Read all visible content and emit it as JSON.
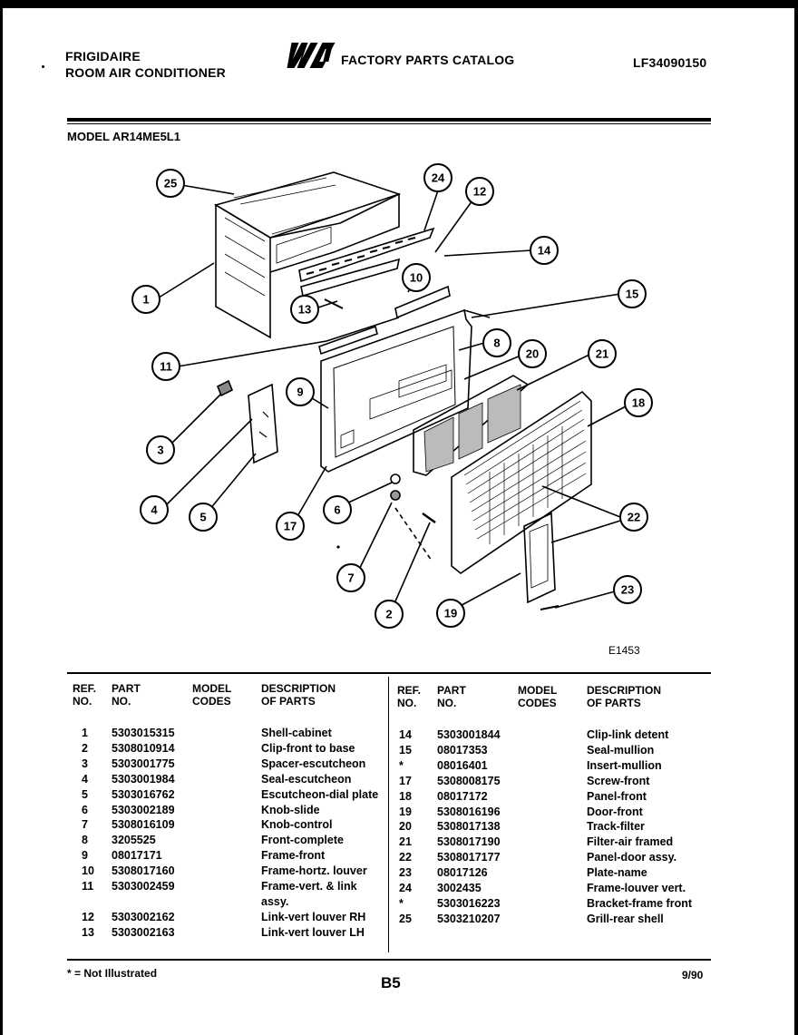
{
  "header": {
    "brand_line1": "FRIGIDAIRE",
    "brand_line2": "ROOM AIR CONDITIONER",
    "logo_text": "WCI",
    "catalog_title": "FACTORY PARTS CATALOG",
    "catalog_number": "LF34090150"
  },
  "model_label": "MODEL AR14ME5L1",
  "figure_id": "E1453",
  "callouts": [
    "25",
    "24",
    "12",
    "14",
    "1",
    "13",
    "10",
    "15",
    "11",
    "8",
    "20",
    "21",
    "9",
    "18",
    "3",
    "4",
    "5",
    "17",
    "6",
    "7",
    "22",
    "19",
    "23",
    "2"
  ],
  "table": {
    "headers": {
      "ref": "REF. NO.",
      "ref_l1": "REF.",
      "ref_l2": "NO.",
      "part_l1": "PART",
      "part_l2": "NO.",
      "model_l1": "MODEL",
      "model_l2": "CODES",
      "desc_l1": "DESCRIPTION",
      "desc_l2": "OF PARTS"
    },
    "left": [
      {
        "ref": "1",
        "part": "5303015315",
        "desc": "Shell-cabinet"
      },
      {
        "ref": "2",
        "part": "5308010914",
        "desc": "Clip-front to base"
      },
      {
        "ref": "3",
        "part": "5303001775",
        "desc": "Spacer-escutcheon"
      },
      {
        "ref": "4",
        "part": "5303001984",
        "desc": "Seal-escutcheon"
      },
      {
        "ref": "5",
        "part": "5303016762",
        "desc": "Escutcheon-dial plate"
      },
      {
        "ref": "6",
        "part": "5303002189",
        "desc": "Knob-slide"
      },
      {
        "ref": "7",
        "part": "5308016109",
        "desc": "Knob-control"
      },
      {
        "ref": "8",
        "part": "3205525",
        "desc": "Front-complete"
      },
      {
        "ref": "9",
        "part": "08017171",
        "desc": "Frame-front"
      },
      {
        "ref": "10",
        "part": "5308017160",
        "desc": "Frame-hortz. louver"
      },
      {
        "ref": "11",
        "part": "5303002459",
        "desc": "Frame-vert. & link"
      },
      {
        "ref": "",
        "part": "",
        "desc": "assy."
      },
      {
        "ref": "12",
        "part": "5303002162",
        "desc": "Link-vert louver RH"
      },
      {
        "ref": "13",
        "part": "5303002163",
        "desc": "Link-vert louver LH"
      }
    ],
    "right": [
      {
        "ref": "14",
        "part": "5303001844",
        "desc": "Clip-link detent"
      },
      {
        "ref": "15",
        "part": "08017353",
        "desc": "Seal-mullion"
      },
      {
        "ref": "*",
        "part": "08016401",
        "desc": "Insert-mullion"
      },
      {
        "ref": "17",
        "part": "5308008175",
        "desc": "Screw-front"
      },
      {
        "ref": "18",
        "part": "08017172",
        "desc": "Panel-front"
      },
      {
        "ref": "19",
        "part": "5308016196",
        "desc": "Door-front"
      },
      {
        "ref": "20",
        "part": "5308017138",
        "desc": "Track-filter"
      },
      {
        "ref": "21",
        "part": "5308017190",
        "desc": "Filter-air framed"
      },
      {
        "ref": "22",
        "part": "5308017177",
        "desc": "Panel-door assy."
      },
      {
        "ref": "23",
        "part": "08017126",
        "desc": "Plate-name"
      },
      {
        "ref": "24",
        "part": "3002435",
        "desc": "Frame-louver vert."
      },
      {
        "ref": "*",
        "part": "5303016223",
        "desc": "Bracket-frame front"
      },
      {
        "ref": "25",
        "part": "5303210207",
        "desc": "Grill-rear shell"
      }
    ]
  },
  "footer": {
    "footnote": "* = Not Illustrated",
    "page": "B5",
    "date": "9/90"
  }
}
